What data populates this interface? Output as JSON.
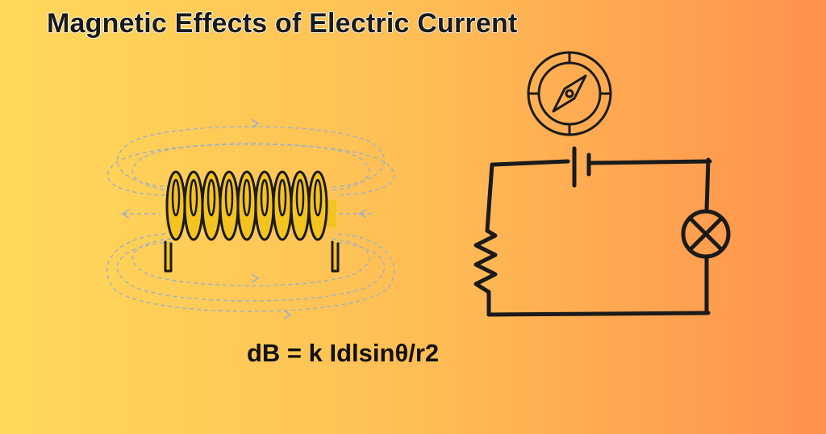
{
  "diagram": {
    "title": "Magnetic Effects of Electric Current",
    "formula": "dB = k Idlsinθ/r2"
  },
  "icons": {
    "solenoid": "solenoid-coil-icon",
    "field": "magnetic-field-lines",
    "compass": "compass-icon",
    "battery": "battery-cell-icon",
    "resistor": "resistor-icon",
    "lamp": "lamp-icon"
  },
  "colors": {
    "background_left": "#FFD95A",
    "background_right": "#FF914D",
    "coil_fill": "#F5C320",
    "ink": "#1a1a1a",
    "field_lines": "#9FB0C8"
  }
}
